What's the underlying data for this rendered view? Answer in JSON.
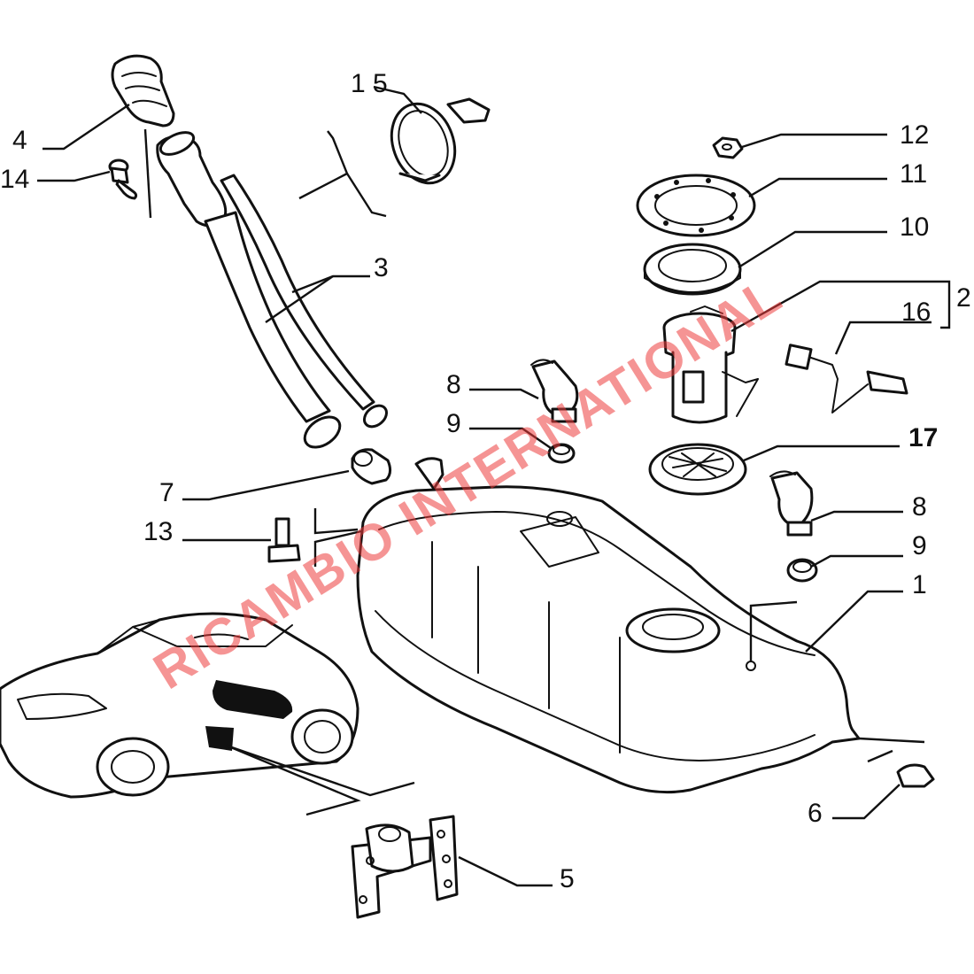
{
  "diagram": {
    "watermark": "RICAMBIO INTERNATIONAL",
    "callouts": {
      "c1": "1",
      "c2": "2",
      "c3": "3",
      "c4": "4",
      "c5": "5",
      "c6": "6",
      "c7": "7",
      "c8a": "8",
      "c8b": "8",
      "c9a": "9",
      "c9b": "9",
      "c10": "10",
      "c11": "11",
      "c12": "12",
      "c13": "13",
      "c14": "14",
      "c15": "1 5",
      "c16": "16",
      "c17": "17"
    }
  }
}
